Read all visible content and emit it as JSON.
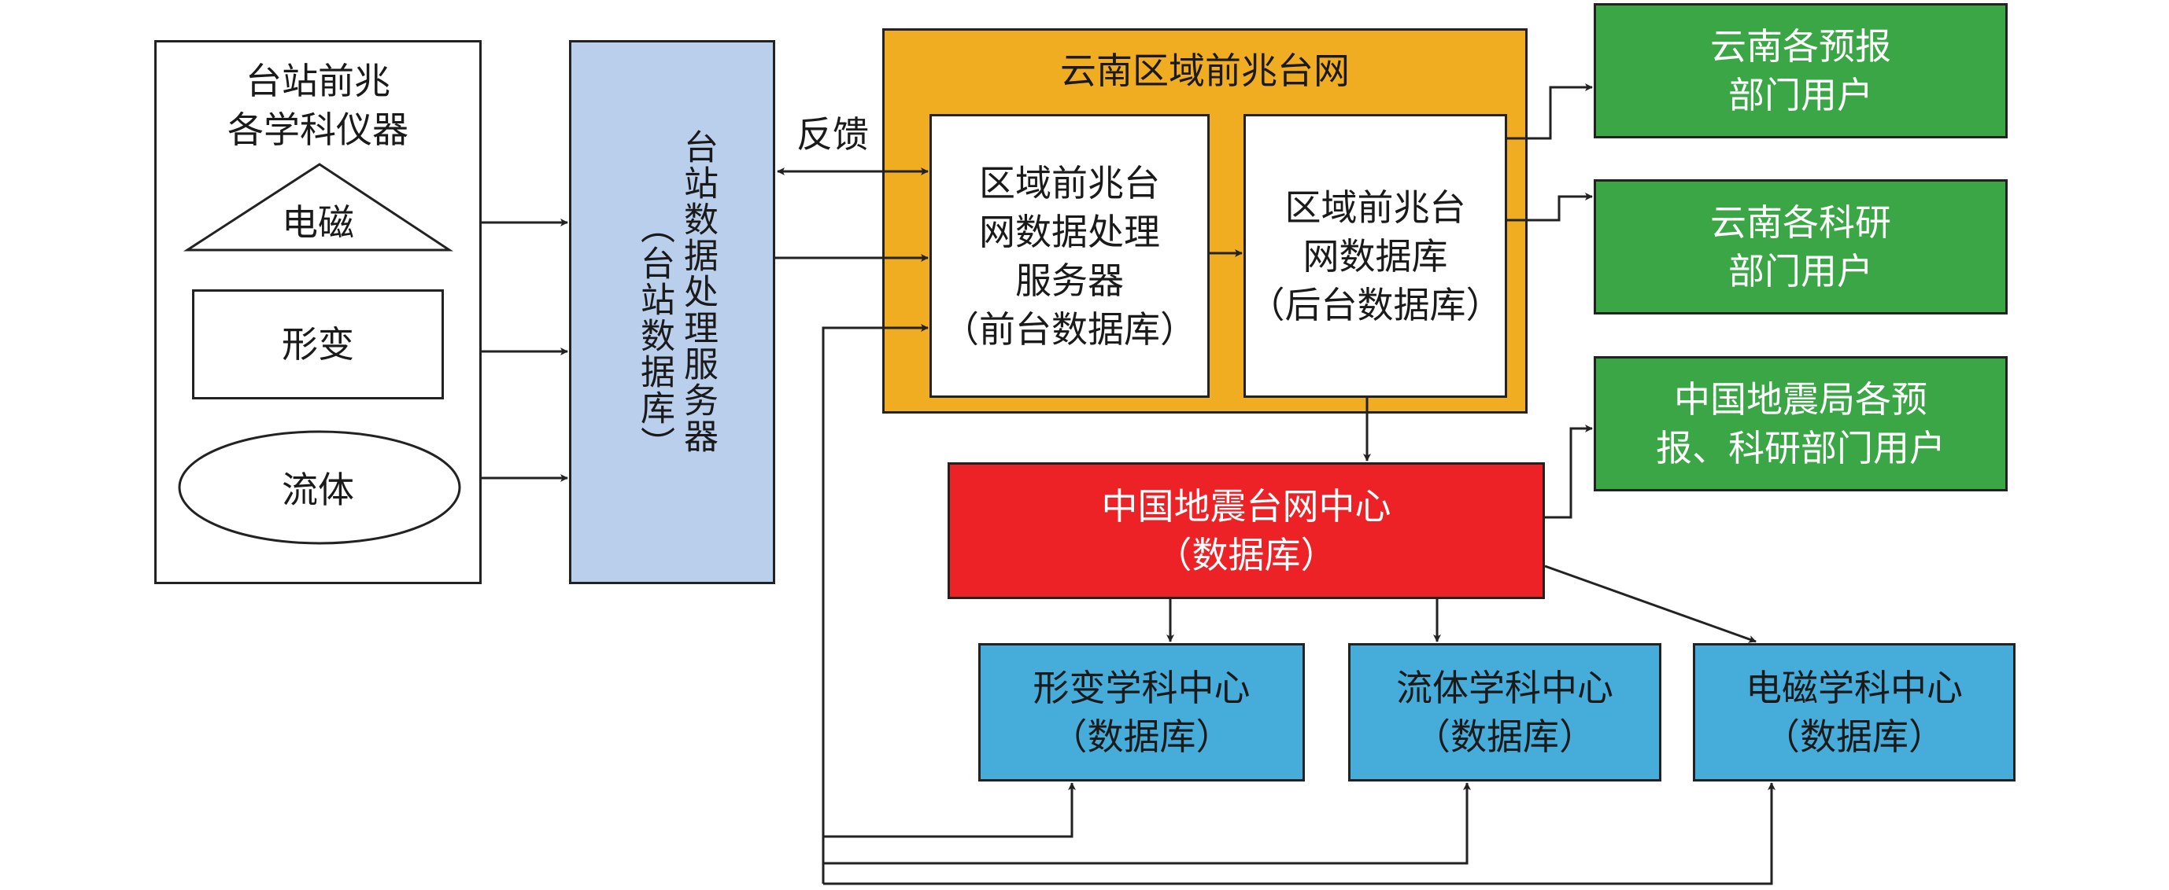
{
  "station": {
    "title": "台站前兆\n各学科仪器",
    "em": "电磁",
    "deformation": "形变",
    "fluid": "流体"
  },
  "server": {
    "col1": "台站数据处理服务器",
    "col2": "（台站数据库）"
  },
  "feedback": "反馈",
  "regional": {
    "title": "云南区域前兆台网",
    "processor": "区域前兆台\n网数据处理\n服务器\n（前台数据库）",
    "database": "区域前兆台\n网数据库\n（后台数据库）"
  },
  "users": {
    "forecast": "云南各预报\n部门用户",
    "research": "云南各科研\n部门用户",
    "cea": "中国地震局各预\n报、科研部门用户"
  },
  "center": "中国地震台网中心\n（数据库）",
  "subjects": {
    "deformation": "形变学科中心\n（数据库）",
    "fluid": "流体学科中心\n（数据库）",
    "em": "电磁学科中心\n（数据库）"
  },
  "colors": {
    "station_bg": "#ffffff",
    "server_bg": "#b9cfec",
    "regional_bg": "#f1ad22",
    "users_bg": "#3aa646",
    "center_bg": "#ed2226",
    "subject_bg": "#46acda",
    "line": "#222222"
  }
}
